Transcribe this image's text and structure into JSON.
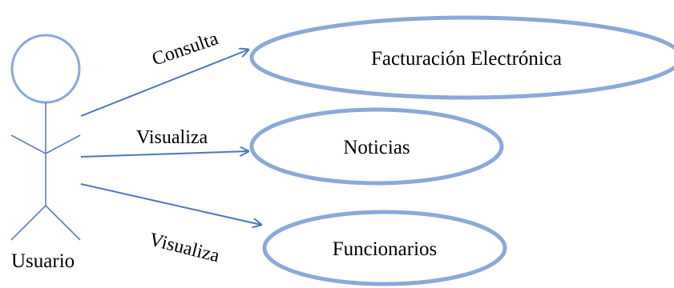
{
  "actor": {
    "label": "Usuario"
  },
  "use_cases": [
    {
      "label": "Facturación Electrónica"
    },
    {
      "label": "Noticias"
    },
    {
      "label": "Funcionarios"
    }
  ],
  "associations": [
    {
      "label": "Consulta"
    },
    {
      "label": "Visualiza"
    },
    {
      "label": "Visualiza"
    }
  ],
  "colors": {
    "shape_stroke": "#8aa9d8",
    "line_stroke": "#4a78b8",
    "text": "#000000"
  }
}
